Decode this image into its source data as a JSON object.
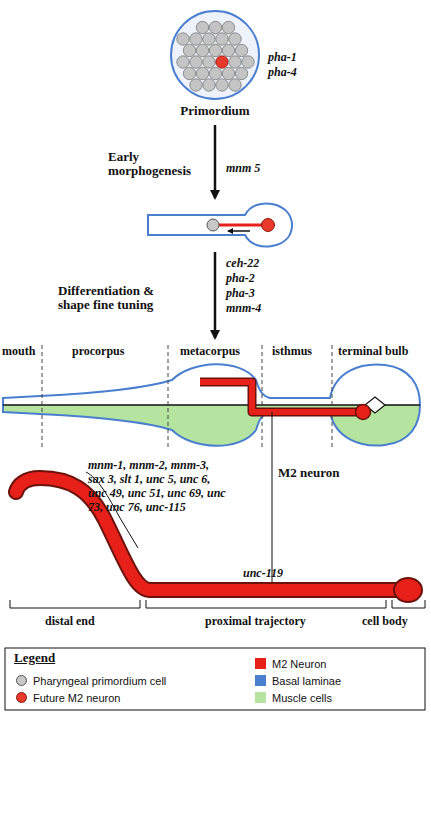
{
  "diagram": {
    "nodes": [
      {
        "text": [
          "Primordium"
        ]
      }
    ],
    "labels": [
      "pha-1",
      "pha-4",
      "Early morphogenesis",
      "mnm 5",
      "Differentiation & shape fine tuning",
      "ceh-22",
      "pha-2",
      "pha-3",
      "mnm-4",
      "mouth",
      "procorpus",
      "metacorpus",
      "isthmus",
      "terminal bulb",
      "mnm-1, mnm-2, mnm-3, sax 3, slt 1, unc 5, unc 6, unc 49, unc 51, unc 69, unc 73, unc 76, unc-115",
      "M2 neuron",
      "unc-119",
      "distal end",
      "proximal trajectory",
      "cell body",
      "Legend"
    ],
    "legend": [
      {
        "text": "Pharyngeal primordium cell",
        "color": "#c8c8c8"
      },
      {
        "text": "Future M2 neuron",
        "color": "#e8392a"
      },
      {
        "text": "M2 Neuron",
        "color": "#e8201a"
      },
      {
        "text": "Basal laminae",
        "color": "#4a7fd0"
      },
      {
        "text": "Muscle cells",
        "color": "#b5e3a0"
      }
    ]
  }
}
